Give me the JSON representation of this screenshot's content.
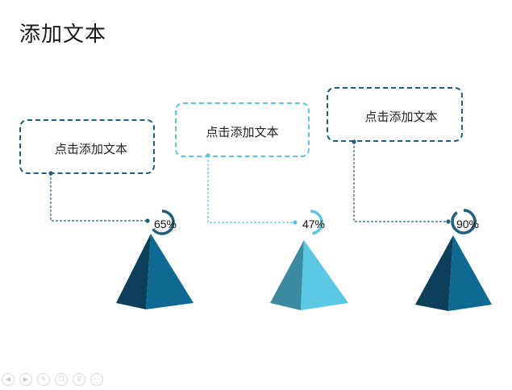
{
  "slide": {
    "title": "添加文本"
  },
  "callouts": [
    {
      "text": "点击添加文本"
    },
    {
      "text": "点击添加文本"
    },
    {
      "text": "点击添加文本"
    }
  ],
  "items": [
    {
      "percent_label": "65%",
      "percent": 65,
      "color": "#1f5f7f"
    },
    {
      "percent_label": "47%",
      "percent": 47,
      "color": "#5ac8e4"
    },
    {
      "percent_label": "90%",
      "percent": 90,
      "color": "#1f5f7f"
    }
  ],
  "colors": {
    "dark_blue": "#1f5f7f",
    "light_blue": "#5ac8e4",
    "pyramid_dark_shadow": "#0c3f5a",
    "pyramid_dark_face": "#0e6a93",
    "pyramid_light_shadow": "#3a8aa0",
    "pyramid_light_face": "#5ac8e4"
  },
  "controls": [
    {
      "icon": "previous-icon"
    },
    {
      "icon": "next-icon"
    },
    {
      "icon": "pen-icon"
    },
    {
      "icon": "copy-icon"
    },
    {
      "icon": "zoom-icon"
    },
    {
      "icon": "more-icon"
    }
  ]
}
